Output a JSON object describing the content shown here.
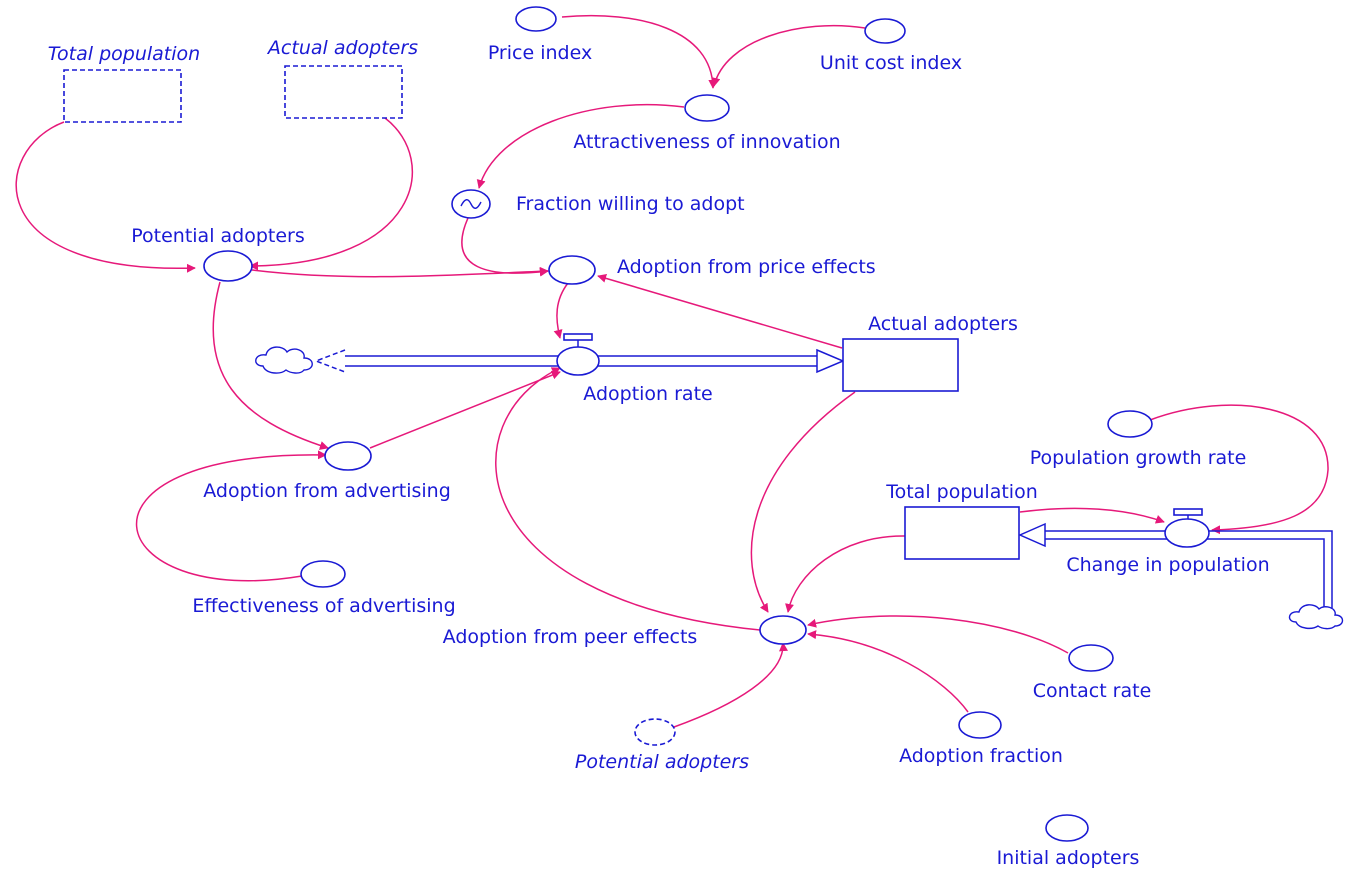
{
  "colors": {
    "node_stroke": "#1a1ad4",
    "label": "#1a1ad4",
    "link": "#e6197a",
    "background": "#ffffff"
  },
  "labels": {
    "total_population_shadow": "Total population",
    "actual_adopters_shadow": "Actual adopters",
    "price_index": "Price index",
    "unit_cost_index": "Unit cost index",
    "attractiveness_of_innovation": "Attractiveness of innovation",
    "fraction_willing_to_adopt": "Fraction willing to adopt",
    "potential_adopters": "Potential adopters",
    "adoption_from_price_effects": "Adoption from price effects",
    "actual_adopters": "Actual adopters",
    "adoption_rate": "Adoption rate",
    "adoption_from_advertising": "Adoption from advertising",
    "effectiveness_of_advertising": "Effectiveness of advertising",
    "population_growth_rate": "Population growth rate",
    "total_population": "Total population",
    "change_in_population": "Change in population",
    "adoption_from_peer_effects": "Adoption from peer effects",
    "contact_rate": "Contact rate",
    "adoption_fraction": "Adoption fraction",
    "potential_adopters_shadow": "Potential adopters",
    "initial_adopters": "Initial adopters"
  },
  "icons": {
    "lookup": "tilde-icon",
    "source_sink": "cloud-icon",
    "valve": "flow-valve-icon"
  }
}
